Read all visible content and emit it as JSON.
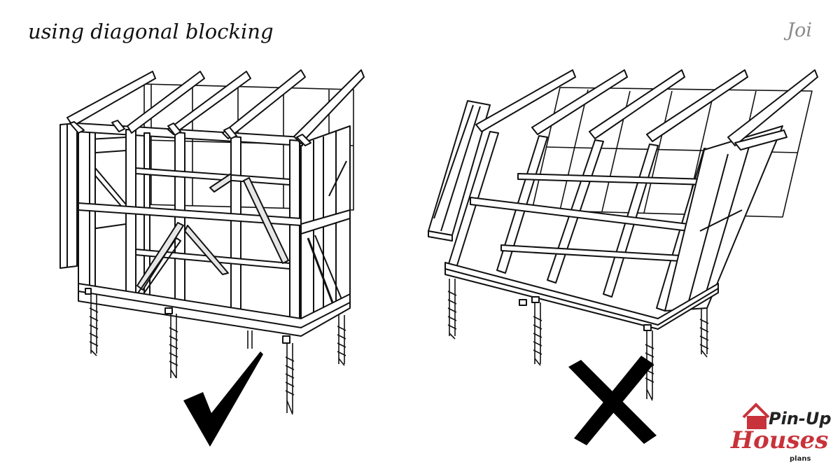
{
  "header": {
    "caption": "using diagonal blocking",
    "author": "Joi"
  },
  "illustrations": {
    "correct": {
      "verdict": "correct",
      "mark_icon": "check-mark-icon"
    },
    "incorrect": {
      "verdict": "incorrect",
      "mark_icon": "x-mark-icon"
    }
  },
  "logo": {
    "line1": "Pin-Up",
    "line2": "Houses",
    "line3": "plans",
    "colors": {
      "accent": "#c8323a",
      "dark": "#222222"
    }
  },
  "colors": {
    "line": "#111111",
    "brace": "#e6e6e6",
    "paper": "#ffffff"
  }
}
